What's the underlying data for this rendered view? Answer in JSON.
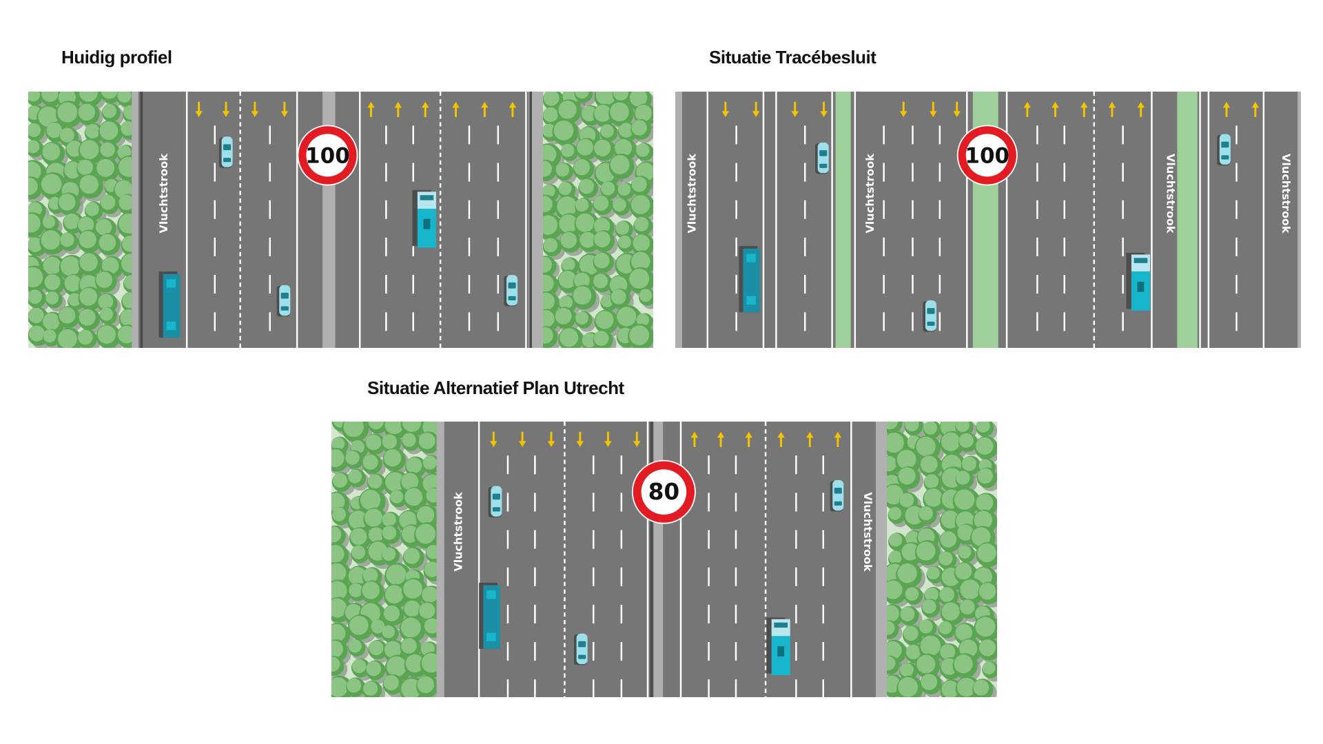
{
  "colors": {
    "road": "#767676",
    "shoulder_edge": "#b0b0b0",
    "verge": "#d1e6cd",
    "median_green": "#9fd09c",
    "tree_dark": "#5aa552",
    "tree_light": "#8cc484",
    "arrow": "#f5c400",
    "sign_red": "#e31b23",
    "vehicle_cyan": "#17b6cc",
    "car_light": "#9ee0ea",
    "bus": "#1a8fa6"
  },
  "panels": [
    {
      "title": "Huidig profiel",
      "speed_limit": "100",
      "shoulder_label": "Vluchtstrook",
      "lanes_down": 4,
      "lanes_up": 6
    },
    {
      "title": "Situatie Tracébesluit",
      "speed_limit": "100",
      "shoulder_label": "Vluchtstrook",
      "lanes_down": 7,
      "lanes_up": 7
    },
    {
      "title": "Situatie Alternatief Plan Utrecht",
      "speed_limit": "80",
      "shoulder_label": "Vluchtstrook",
      "lanes_down": 6,
      "lanes_up": 6
    }
  ]
}
